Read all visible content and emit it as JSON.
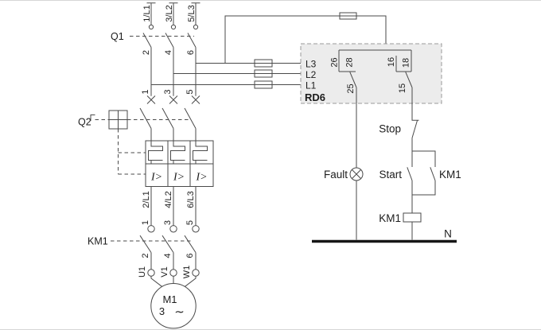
{
  "power": {
    "supply": {
      "terminals": [
        "1/L1",
        "3/L2",
        "5/L3"
      ]
    },
    "q1": {
      "label": "Q1",
      "out_terminals": [
        "2",
        "4",
        "6"
      ]
    },
    "q2": {
      "label": "Q2",
      "in_terminals": [
        "1",
        "3",
        "5"
      ],
      "overcurrent_symbol": "I>",
      "out_terminals": [
        "2/L1",
        "4/L2",
        "6/L3"
      ]
    },
    "km1": {
      "label": "KM1",
      "in_terminals": [
        "1",
        "3",
        "5"
      ],
      "out_terminals": [
        "2",
        "4",
        "6"
      ]
    },
    "motor": {
      "terminals": [
        "U1",
        "V1",
        "W1"
      ],
      "name": "M1",
      "phases": "3",
      "ac": "∼"
    }
  },
  "rd6": {
    "name": "RD6",
    "line_terminals": [
      "L3",
      "L2",
      "L1"
    ],
    "relay_contact_a": {
      "fixed": [
        "26",
        "28"
      ],
      "common": "25"
    },
    "relay_contact_b": {
      "fixed": [
        "16",
        "18"
      ],
      "common": "15"
    }
  },
  "control": {
    "fault": "Fault",
    "stop": "Stop",
    "start": "Start",
    "km1_aux": "KM1",
    "km1_coil": "KM1",
    "neutral": "N"
  },
  "colors": {
    "wire": "#4a4a4a",
    "text": "#1c1c1c",
    "rd6_fill": "#ececec",
    "rd6_border": "#9a9a9a",
    "neutral_bus": "#161616"
  }
}
